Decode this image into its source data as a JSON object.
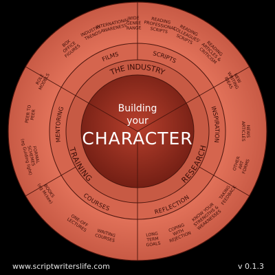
{
  "center": {
    "line1": "Building",
    "line2": "your",
    "line3": "CHARACTER"
  },
  "ring_middle": [
    {
      "label": "THE INDUSTRY",
      "mid_deg": 0
    },
    {
      "label": "RESEARCH",
      "mid_deg": 120
    },
    {
      "label": "TRAINING",
      "mid_deg": 240
    }
  ],
  "ring_sub": [
    {
      "label": "FILMS",
      "mid_deg": 340
    },
    {
      "label": "SCRIPTS",
      "mid_deg": 20
    },
    {
      "label": "INSPIRATION",
      "mid_deg": 85
    },
    {
      "label": "REFLECTION",
      "mid_deg": 155
    },
    {
      "label": "COURSES",
      "mid_deg": 210
    },
    {
      "label": "MENTORING",
      "mid_deg": 275
    }
  ],
  "ring_outer": [
    {
      "lines": [
        "BOX",
        "OFFICE",
        "FIGURES"
      ],
      "angle": 321
    },
    {
      "lines": [
        "INDUSTRY",
        "TRENDS"
      ],
      "angle": 335
    },
    {
      "lines": [
        "INTERNATIONAL",
        "AWARENESS"
      ],
      "angle": 347
    },
    {
      "lines": [
        "WIDE",
        "GENRE",
        "RANGE"
      ],
      "angle": 358
    },
    {
      "lines": [
        "READING",
        "PROFESSIONAL",
        "SCRIPTS"
      ],
      "angle": 12
    },
    {
      "lines": [
        "READING",
        "COLLEAGUES'",
        "SCRIPTS"
      ],
      "angle": 27
    },
    {
      "lines": [
        "READING",
        "ARTICLES &",
        "CRITICISM"
      ],
      "angle": 43
    },
    {
      "lines": [
        "NEW",
        "WRITING",
        "IDEAS"
      ],
      "angle": 62
    },
    {
      "lines": [
        "NEWS",
        "ARTICLES"
      ],
      "angle": 90
    },
    {
      "lines": [
        "OTHER",
        "ART",
        "FORMS"
      ],
      "angle": 108
    },
    {
      "lines": [
        "TAKING",
        "FEEDBACK"
      ],
      "angle": 125
    },
    {
      "lines": [
        "KNOW YOUR",
        "STRENGTHS &",
        "WEAKNESSES"
      ],
      "angle": 141
    },
    {
      "lines": [
        "COPING",
        "WITH",
        "REJECTION"
      ],
      "angle": 158
    },
    {
      "lines": [
        "LONG",
        "TERM",
        "GOALS"
      ],
      "angle": 172
    },
    {
      "lines": [
        "WRITING",
        "COURSES"
      ],
      "angle": 197
    },
    {
      "lines": [
        "ONE-OFF",
        "LECTURES"
      ],
      "angle": 213
    },
    {
      "lines": [
        "BOOKS",
        "(eg Mckee)"
      ],
      "angle": 236
    },
    {
      "lines": [
        "FORMAL",
        "SCHEMES",
        "(eg Guiding light)"
      ],
      "angle": 257
    },
    {
      "lines": [
        "PEER TO",
        "PEER"
      ],
      "angle": 279
    },
    {
      "lines": [
        "ROLE",
        "MODELS"
      ],
      "angle": 298
    }
  ],
  "footer": {
    "url": "www.scriptwriterslife.com",
    "version": "v 0.1.3"
  },
  "colors": {
    "background": "#000000",
    "outer_ring": "#e8755c",
    "sub_ring": "#d96a52",
    "middle_ring": "#c45843",
    "center_disc": "#8a2a1e",
    "lines": "#5a1a12",
    "outer_text": "#3a0c06",
    "center_text": "#ffffff"
  }
}
